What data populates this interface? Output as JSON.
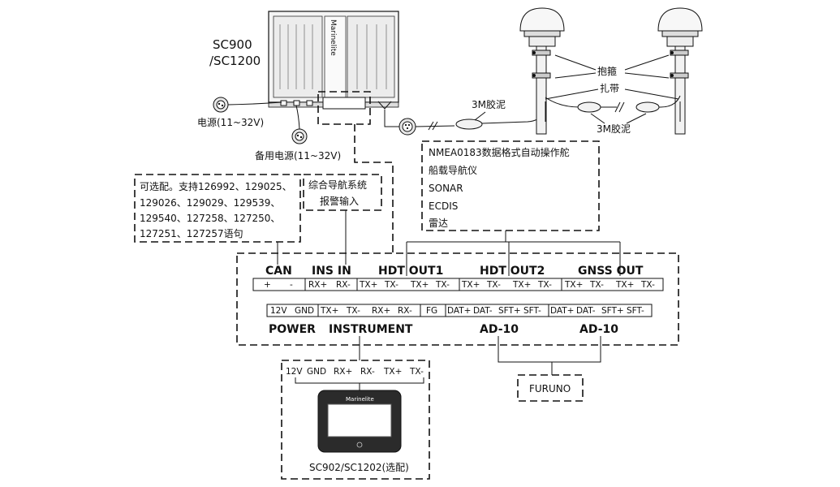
{
  "device": {
    "model": "SC900\n/SC1200",
    "model_line1": "SC900",
    "model_line2": "/SC1200",
    "brand": "Marinelite"
  },
  "power_labels": {
    "main": "电源(11~32V)",
    "backup": "备用电源(11~32V)"
  },
  "antenna": {
    "clamp": "抱箍",
    "tie": "扎带",
    "tape_left": "3M胶泥",
    "tape_right": "3M胶泥"
  },
  "output_devices": [
    "NMEA0183数据格式自动操作舵",
    "船载导航仪",
    "SONAR",
    "ECDIS",
    "雷达"
  ],
  "can_note": [
    "可选配。支持126992、129025、",
    "129026、129029、129539、",
    "129540、127258、127250、",
    "127251、127257语句"
  ],
  "ins_note": [
    "综合导航系统",
    "报警输入"
  ],
  "top_headers": [
    "CAN",
    "INS IN",
    "HDT OUT1",
    "HDT OUT2",
    "GNSS OUT"
  ],
  "top_pins": [
    "+",
    "-",
    "RX+",
    "RX-",
    "TX+",
    "TX-",
    "TX+",
    "TX-",
    "TX+",
    "TX-",
    "TX+",
    "TX-",
    "TX+",
    "TX-",
    "TX+",
    "TX-"
  ],
  "bottom_pins": [
    "12V",
    "GND",
    "TX+",
    "TX-",
    "RX+",
    "RX-",
    "FG",
    "DAT+",
    "DAT-",
    "SFT+",
    "SFT-",
    "DAT+",
    "DAT-",
    "SFT+",
    "SFT-"
  ],
  "bottom_headers": [
    "POWER",
    "INSTRUMENT",
    "AD-10",
    "AD-10"
  ],
  "display_pins": [
    "12V",
    "GND",
    "RX+",
    "RX-",
    "TX+",
    "TX-"
  ],
  "display_label": "SC902/SC1202(选配)",
  "furuno": "FURUNO"
}
